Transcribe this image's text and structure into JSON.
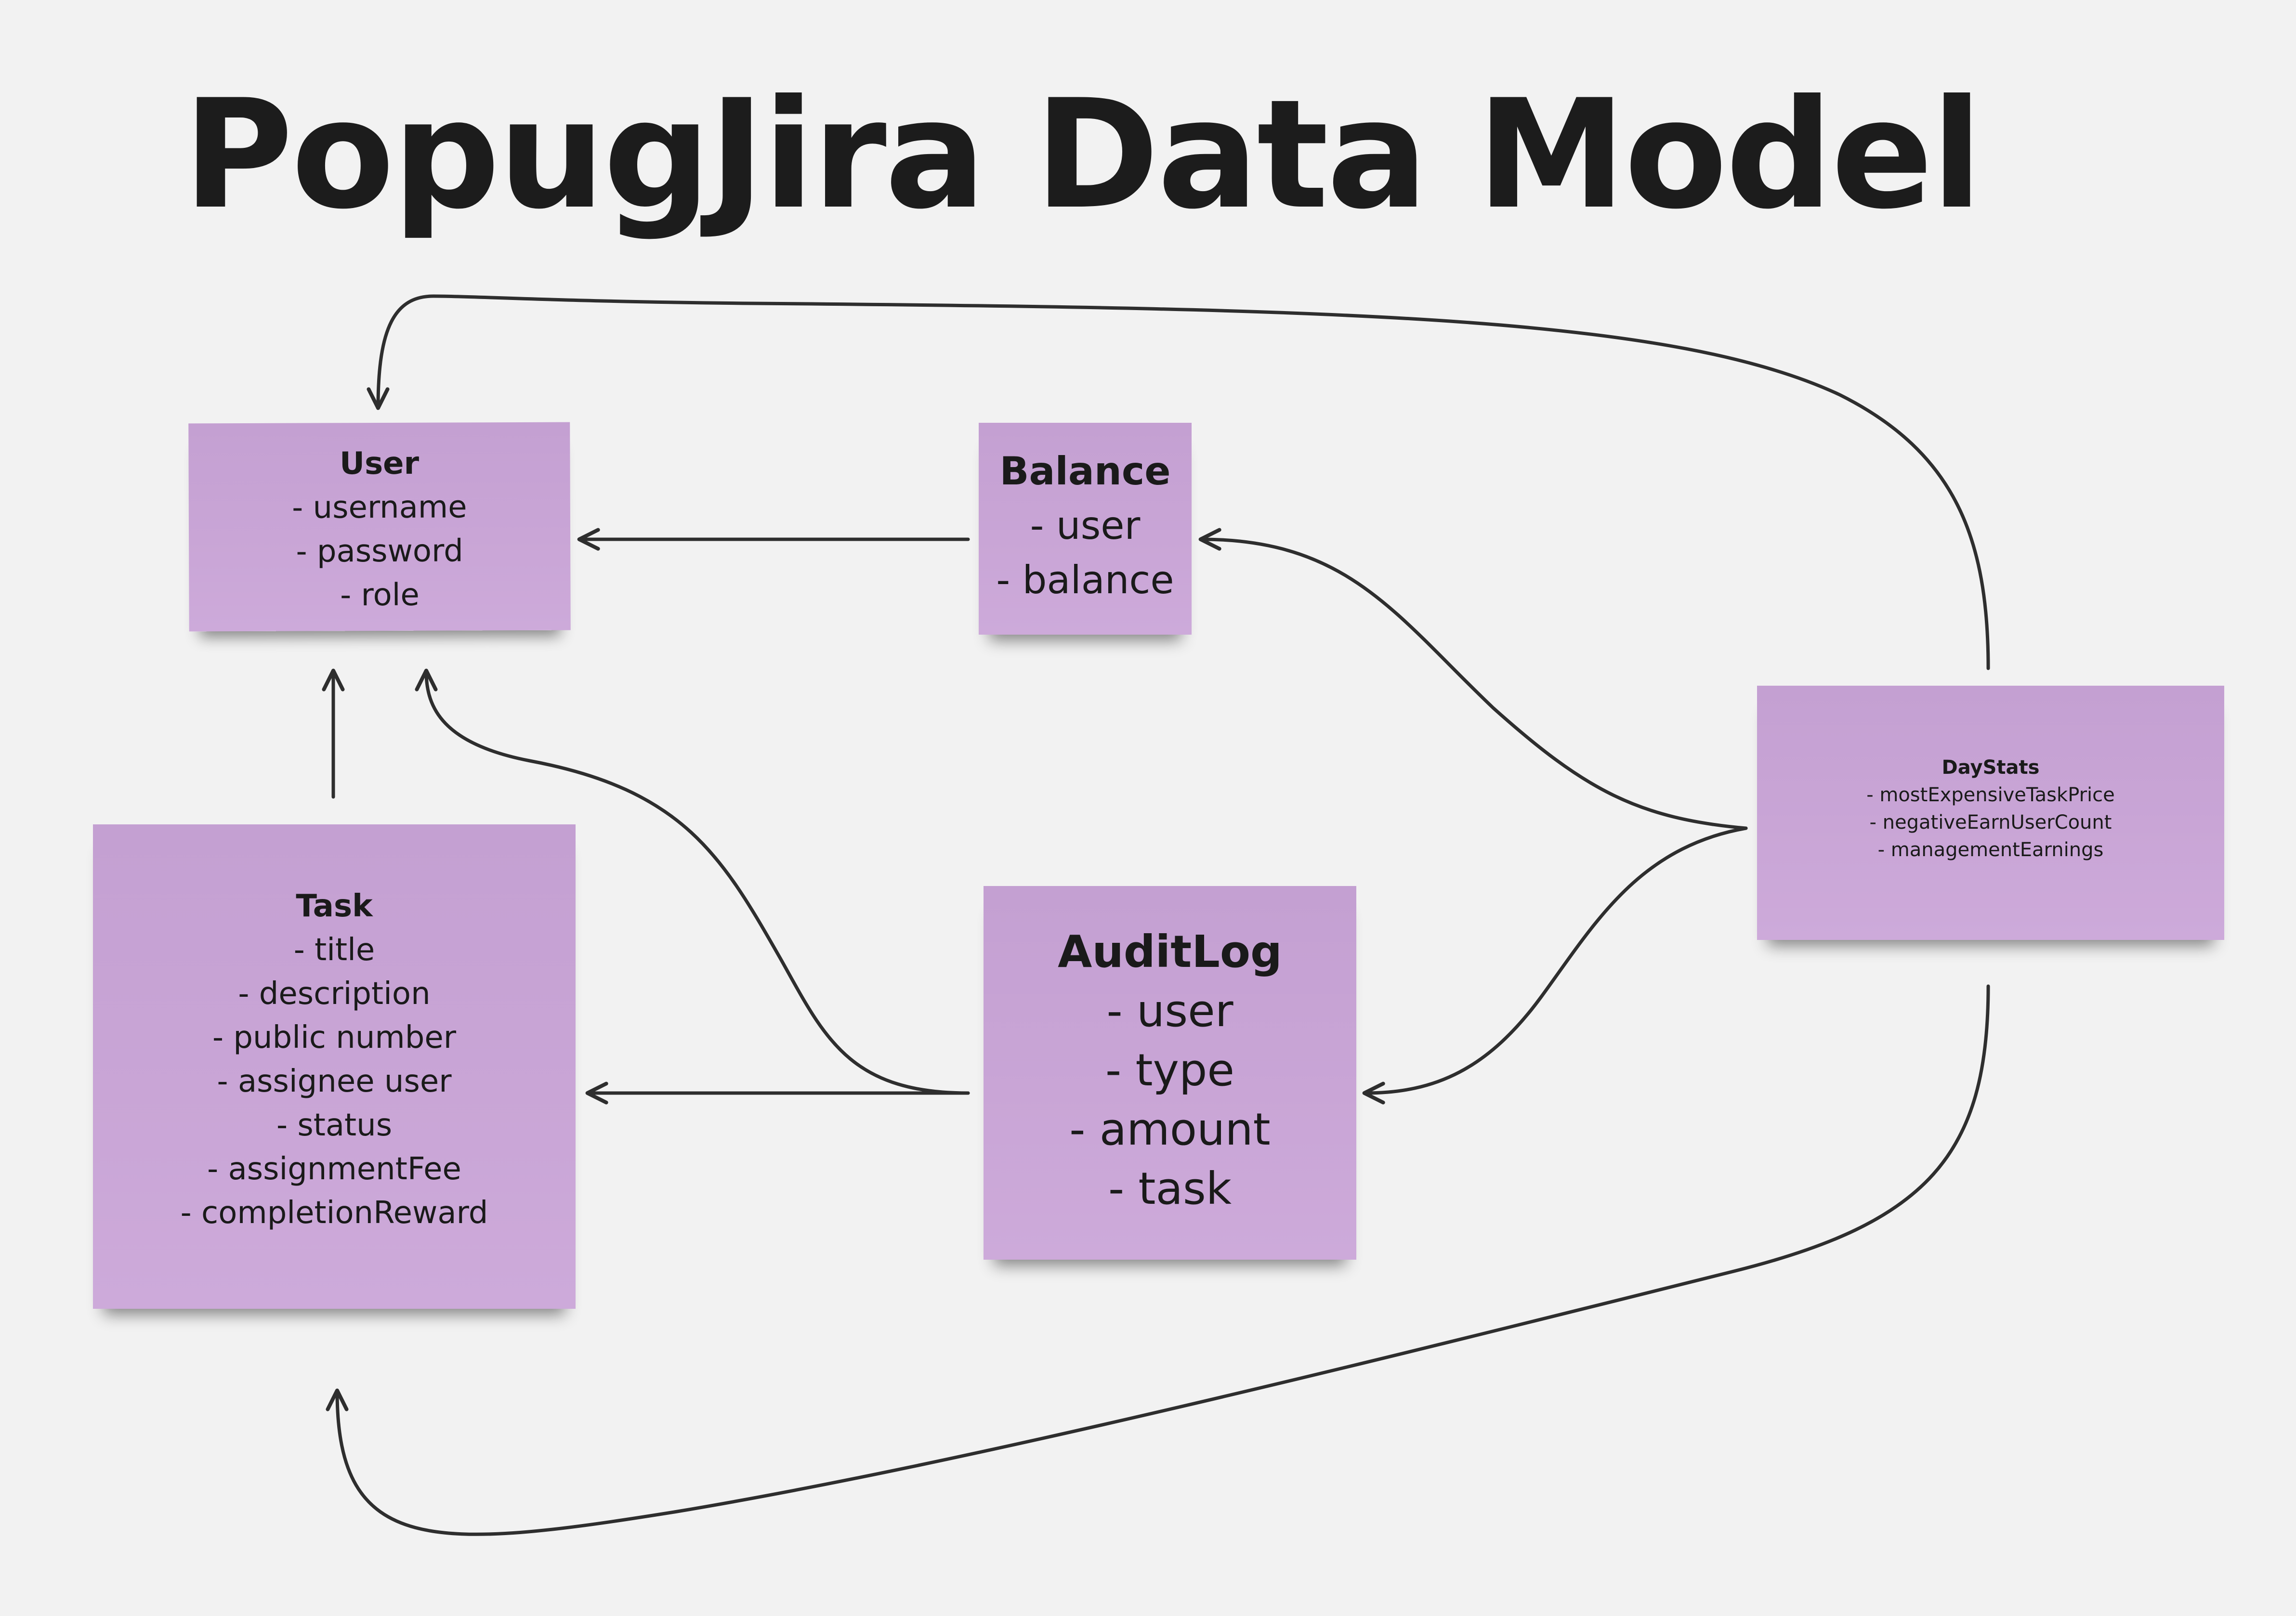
{
  "title": "PopugJira Data Model",
  "colors": {
    "background": "#f2f2f2",
    "sticky_note": "#c9a5d6",
    "arrow": "#2e2e2e",
    "text": "#1a1a1a"
  },
  "entities": {
    "user": {
      "name": "User",
      "fields": [
        "- username",
        "- password",
        "- role"
      ]
    },
    "balance": {
      "name": "Balance",
      "fields": [
        "- user",
        "- balance"
      ]
    },
    "task": {
      "name": "Task",
      "fields": [
        "- title",
        "- description",
        "- public number",
        "- assignee user",
        "- status",
        "- assignmentFee",
        "- completionReward"
      ]
    },
    "auditlog": {
      "name": "AuditLog",
      "fields": [
        "- user",
        "- type",
        "- amount",
        "- task"
      ]
    },
    "daystats": {
      "name": "DayStats",
      "fields": [
        "- mostExpensiveTaskPrice",
        "- negativeEarnUserCount",
        "- managementEarnings"
      ]
    }
  },
  "relations": [
    {
      "from": "balance",
      "to": "user"
    },
    {
      "from": "task",
      "to": "user"
    },
    {
      "from": "auditlog",
      "to": "user"
    },
    {
      "from": "auditlog",
      "to": "task"
    },
    {
      "from": "daystats",
      "to": "user"
    },
    {
      "from": "daystats",
      "to": "balance"
    },
    {
      "from": "daystats",
      "to": "auditlog"
    },
    {
      "from": "daystats",
      "to": "task"
    }
  ]
}
